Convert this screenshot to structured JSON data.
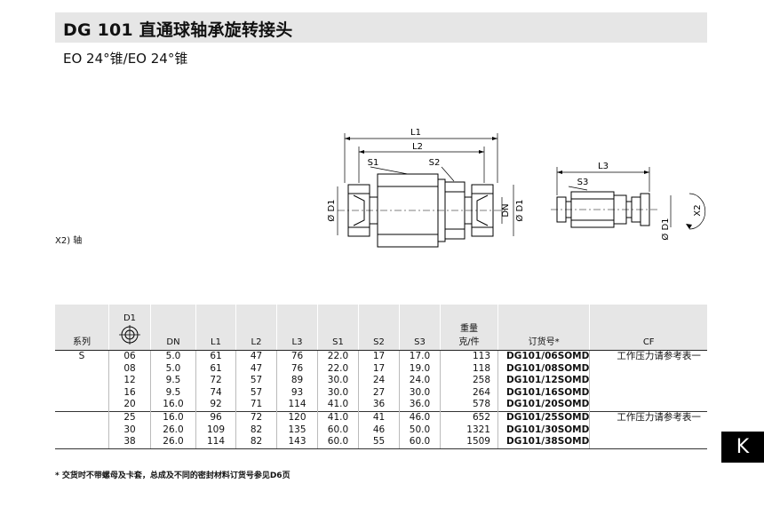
{
  "header": {
    "title": "DG 101  直通球轴承旋转接头",
    "subtitle": "EO 24°锥/EO 24°锥"
  },
  "side_note": "X2) 轴",
  "drawing_labels": {
    "L1": "L1",
    "L2": "L2",
    "L3": "L3",
    "S1": "S1",
    "S2": "S2",
    "S3": "S3",
    "D1_left": "Ø D1",
    "DN": "DN",
    "D1_right": "Ø D1",
    "D1_small": "Ø D1",
    "X2": "X2"
  },
  "table": {
    "headers": {
      "series": "系列",
      "d1": "D1",
      "dn": "DN",
      "l1": "L1",
      "l2": "L2",
      "l3": "L3",
      "s1": "S1",
      "s2": "S2",
      "s3": "S3",
      "weight_l1": "重量",
      "weight_l2": "克/件",
      "order": "订货号*",
      "cf": "CF"
    },
    "group1": {
      "series": "S",
      "cf": "工作压力请参考表一",
      "rows": [
        {
          "d1": "06",
          "dn": "5.0",
          "l1": "61",
          "l2": "47",
          "l3": "76",
          "s1": "22.0",
          "s2": "17",
          "s3": "17.0",
          "w": "113",
          "order": "DG101/06SOMD"
        },
        {
          "d1": "08",
          "dn": "5.0",
          "l1": "61",
          "l2": "47",
          "l3": "76",
          "s1": "22.0",
          "s2": "17",
          "s3": "19.0",
          "w": "118",
          "order": "DG101/08SOMD"
        },
        {
          "d1": "12",
          "dn": "9.5",
          "l1": "72",
          "l2": "57",
          "l3": "89",
          "s1": "30.0",
          "s2": "24",
          "s3": "24.0",
          "w": "258",
          "order": "DG101/12SOMD"
        },
        {
          "d1": "16",
          "dn": "9.5",
          "l1": "74",
          "l2": "57",
          "l3": "93",
          "s1": "30.0",
          "s2": "27",
          "s3": "30.0",
          "w": "264",
          "order": "DG101/16SOMD"
        },
        {
          "d1": "20",
          "dn": "16.0",
          "l1": "92",
          "l2": "71",
          "l3": "114",
          "s1": "41.0",
          "s2": "36",
          "s3": "36.0",
          "w": "578",
          "order": "DG101/20SOMD"
        }
      ]
    },
    "group2": {
      "cf": "工作压力请参考表一",
      "rows": [
        {
          "d1": "25",
          "dn": "16.0",
          "l1": "96",
          "l2": "72",
          "l3": "120",
          "s1": "41.0",
          "s2": "41",
          "s3": "46.0",
          "w": "652",
          "order": "DG101/25SOMD"
        },
        {
          "d1": "30",
          "dn": "26.0",
          "l1": "109",
          "l2": "82",
          "l3": "135",
          "s1": "60.0",
          "s2": "46",
          "s3": "50.0",
          "w": "1321",
          "order": "DG101/30SOMD"
        },
        {
          "d1": "38",
          "dn": "26.0",
          "l1": "114",
          "l2": "82",
          "l3": "143",
          "s1": "60.0",
          "s2": "55",
          "s3": "60.0",
          "w": "1509",
          "order": "DG101/38SOMD"
        }
      ]
    }
  },
  "footnote": "* 交货时不带螺母及卡套，总成及不同的密封材料订货号参见D6页",
  "side_tab": "K",
  "colors": {
    "header_bg": "#e6e6e6",
    "tab_bg": "#000000"
  }
}
